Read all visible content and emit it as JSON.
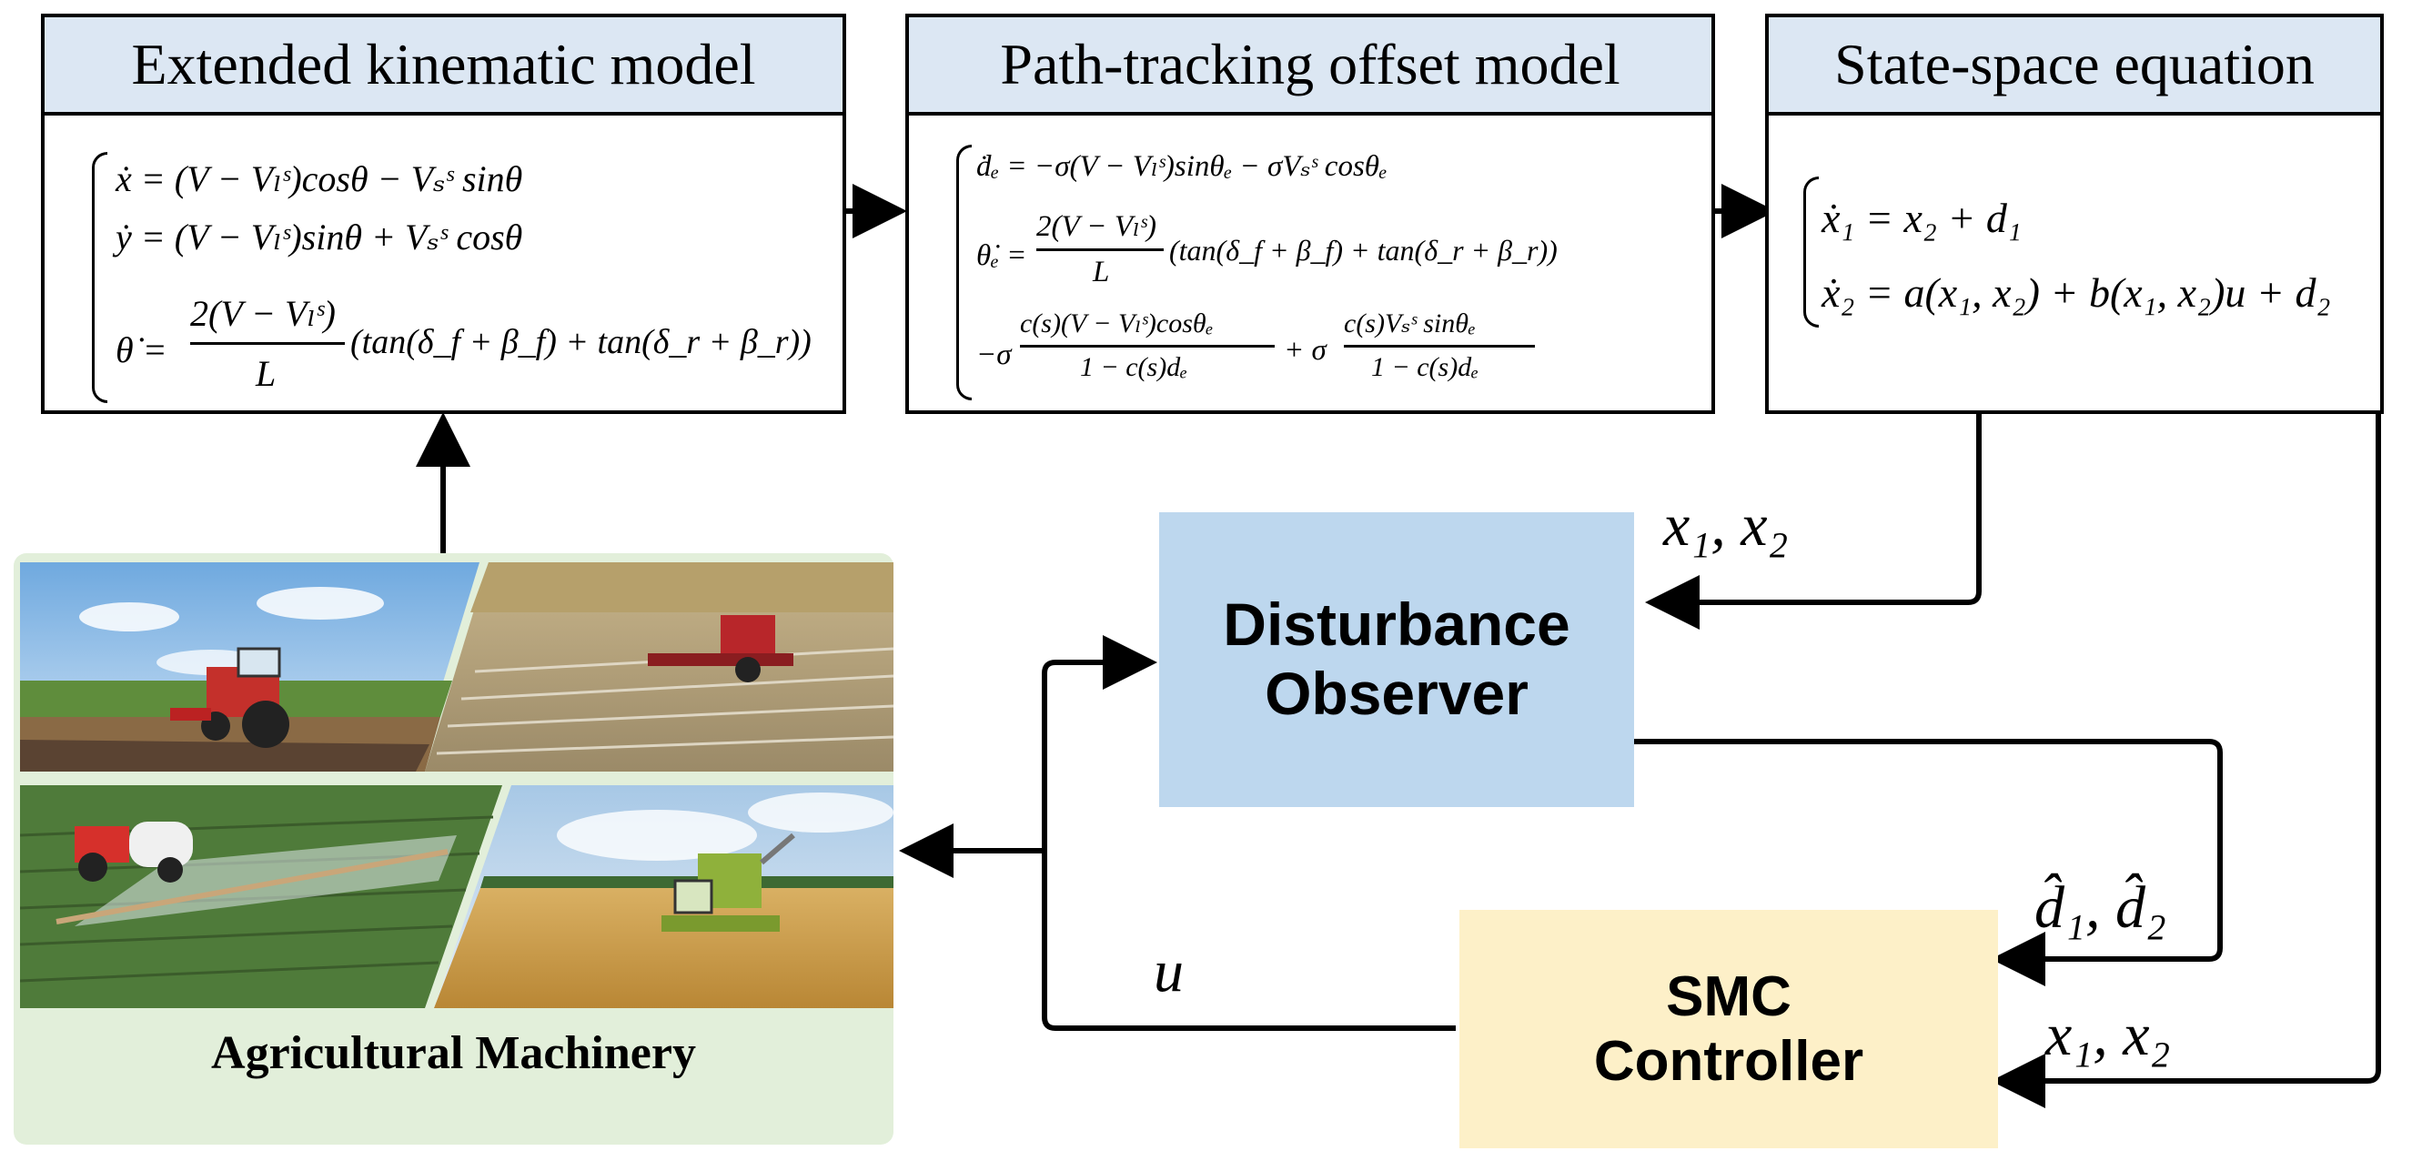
{
  "boxes": {
    "kinematic": {
      "title": "Extended kinematic model",
      "eq1": "ẋ = (V − Vₗˢ)cosθ − Vₛˢ sinθ",
      "eq2": "ẏ = (V − Vₗˢ)sinθ + Vₛˢ cosθ",
      "eq3_lhs": "θ̇ =",
      "eq3_num": "2(V − Vₗˢ)",
      "eq3_den": "L",
      "eq3_rhs": "(tan(δ_f + β_f) + tan(δ_r + β_r))"
    },
    "offset": {
      "title": "Path-tracking offset model",
      "eq1": "ḋₑ = −σ(V − Vₗˢ)sinθₑ − σVₛˢ cosθₑ",
      "eq2_lhs": "θ̇ₑ =",
      "eq2_num": "2(V − Vₗˢ)",
      "eq2_den": "L",
      "eq2_rhs": "(tan(δ_f + β_f) + tan(δ_r + β_r))",
      "eq3_a": "−σ",
      "eq3_num1": "c(s)(V − Vₗˢ)cosθₑ",
      "eq3_den1": "1 − c(s)dₑ",
      "eq3_b": "+ σ",
      "eq3_num2": "c(s)Vₛˢ sinθₑ",
      "eq3_den2": "1 − c(s)dₑ"
    },
    "state_space": {
      "title": "State-space equation",
      "eq1": "ẋ₁ = x₂ + d₁",
      "eq2": "ẋ₂ = a(x₁, x₂) + b(x₁, x₂)u + d₂"
    }
  },
  "blocks": {
    "observer": {
      "line1": "Disturbance",
      "line2": "Observer",
      "color": "#bdd7ee"
    },
    "controller": {
      "line1": "SMC",
      "line2": "Controller",
      "color": "#fdf0c8"
    }
  },
  "signals": {
    "x_to_observer": "x₁, x₂",
    "u_to_observer": "u",
    "d_hat": "d̂₁, d̂₂",
    "x_to_controller": "x₁, x₂"
  },
  "machinery": {
    "label": "Agricultural Machinery",
    "panel_color": "#e2efda"
  }
}
